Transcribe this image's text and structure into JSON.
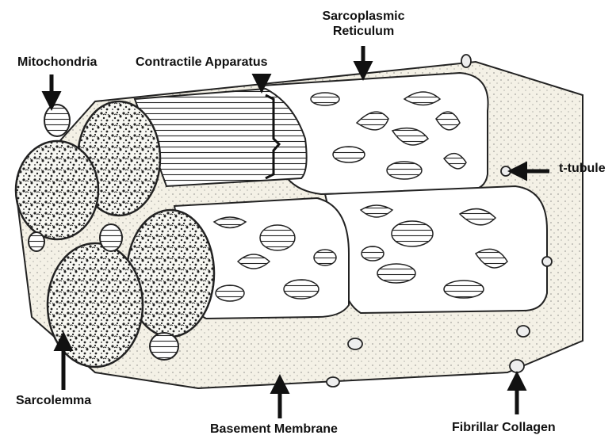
{
  "labels": {
    "mitochondria": "Mitochondria",
    "contractile_apparatus": "Contractile Apparatus",
    "sarcoplasmic_line1": "Sarcoplasmic",
    "sarcoplasmic_line2": "Reticulum",
    "t_tubule": "t-tubule",
    "sarcolemma": "Sarcolemma",
    "basement_membrane": "Basement Membrane",
    "fibrillar_collagen": "Fibrillar Collagen"
  }
}
